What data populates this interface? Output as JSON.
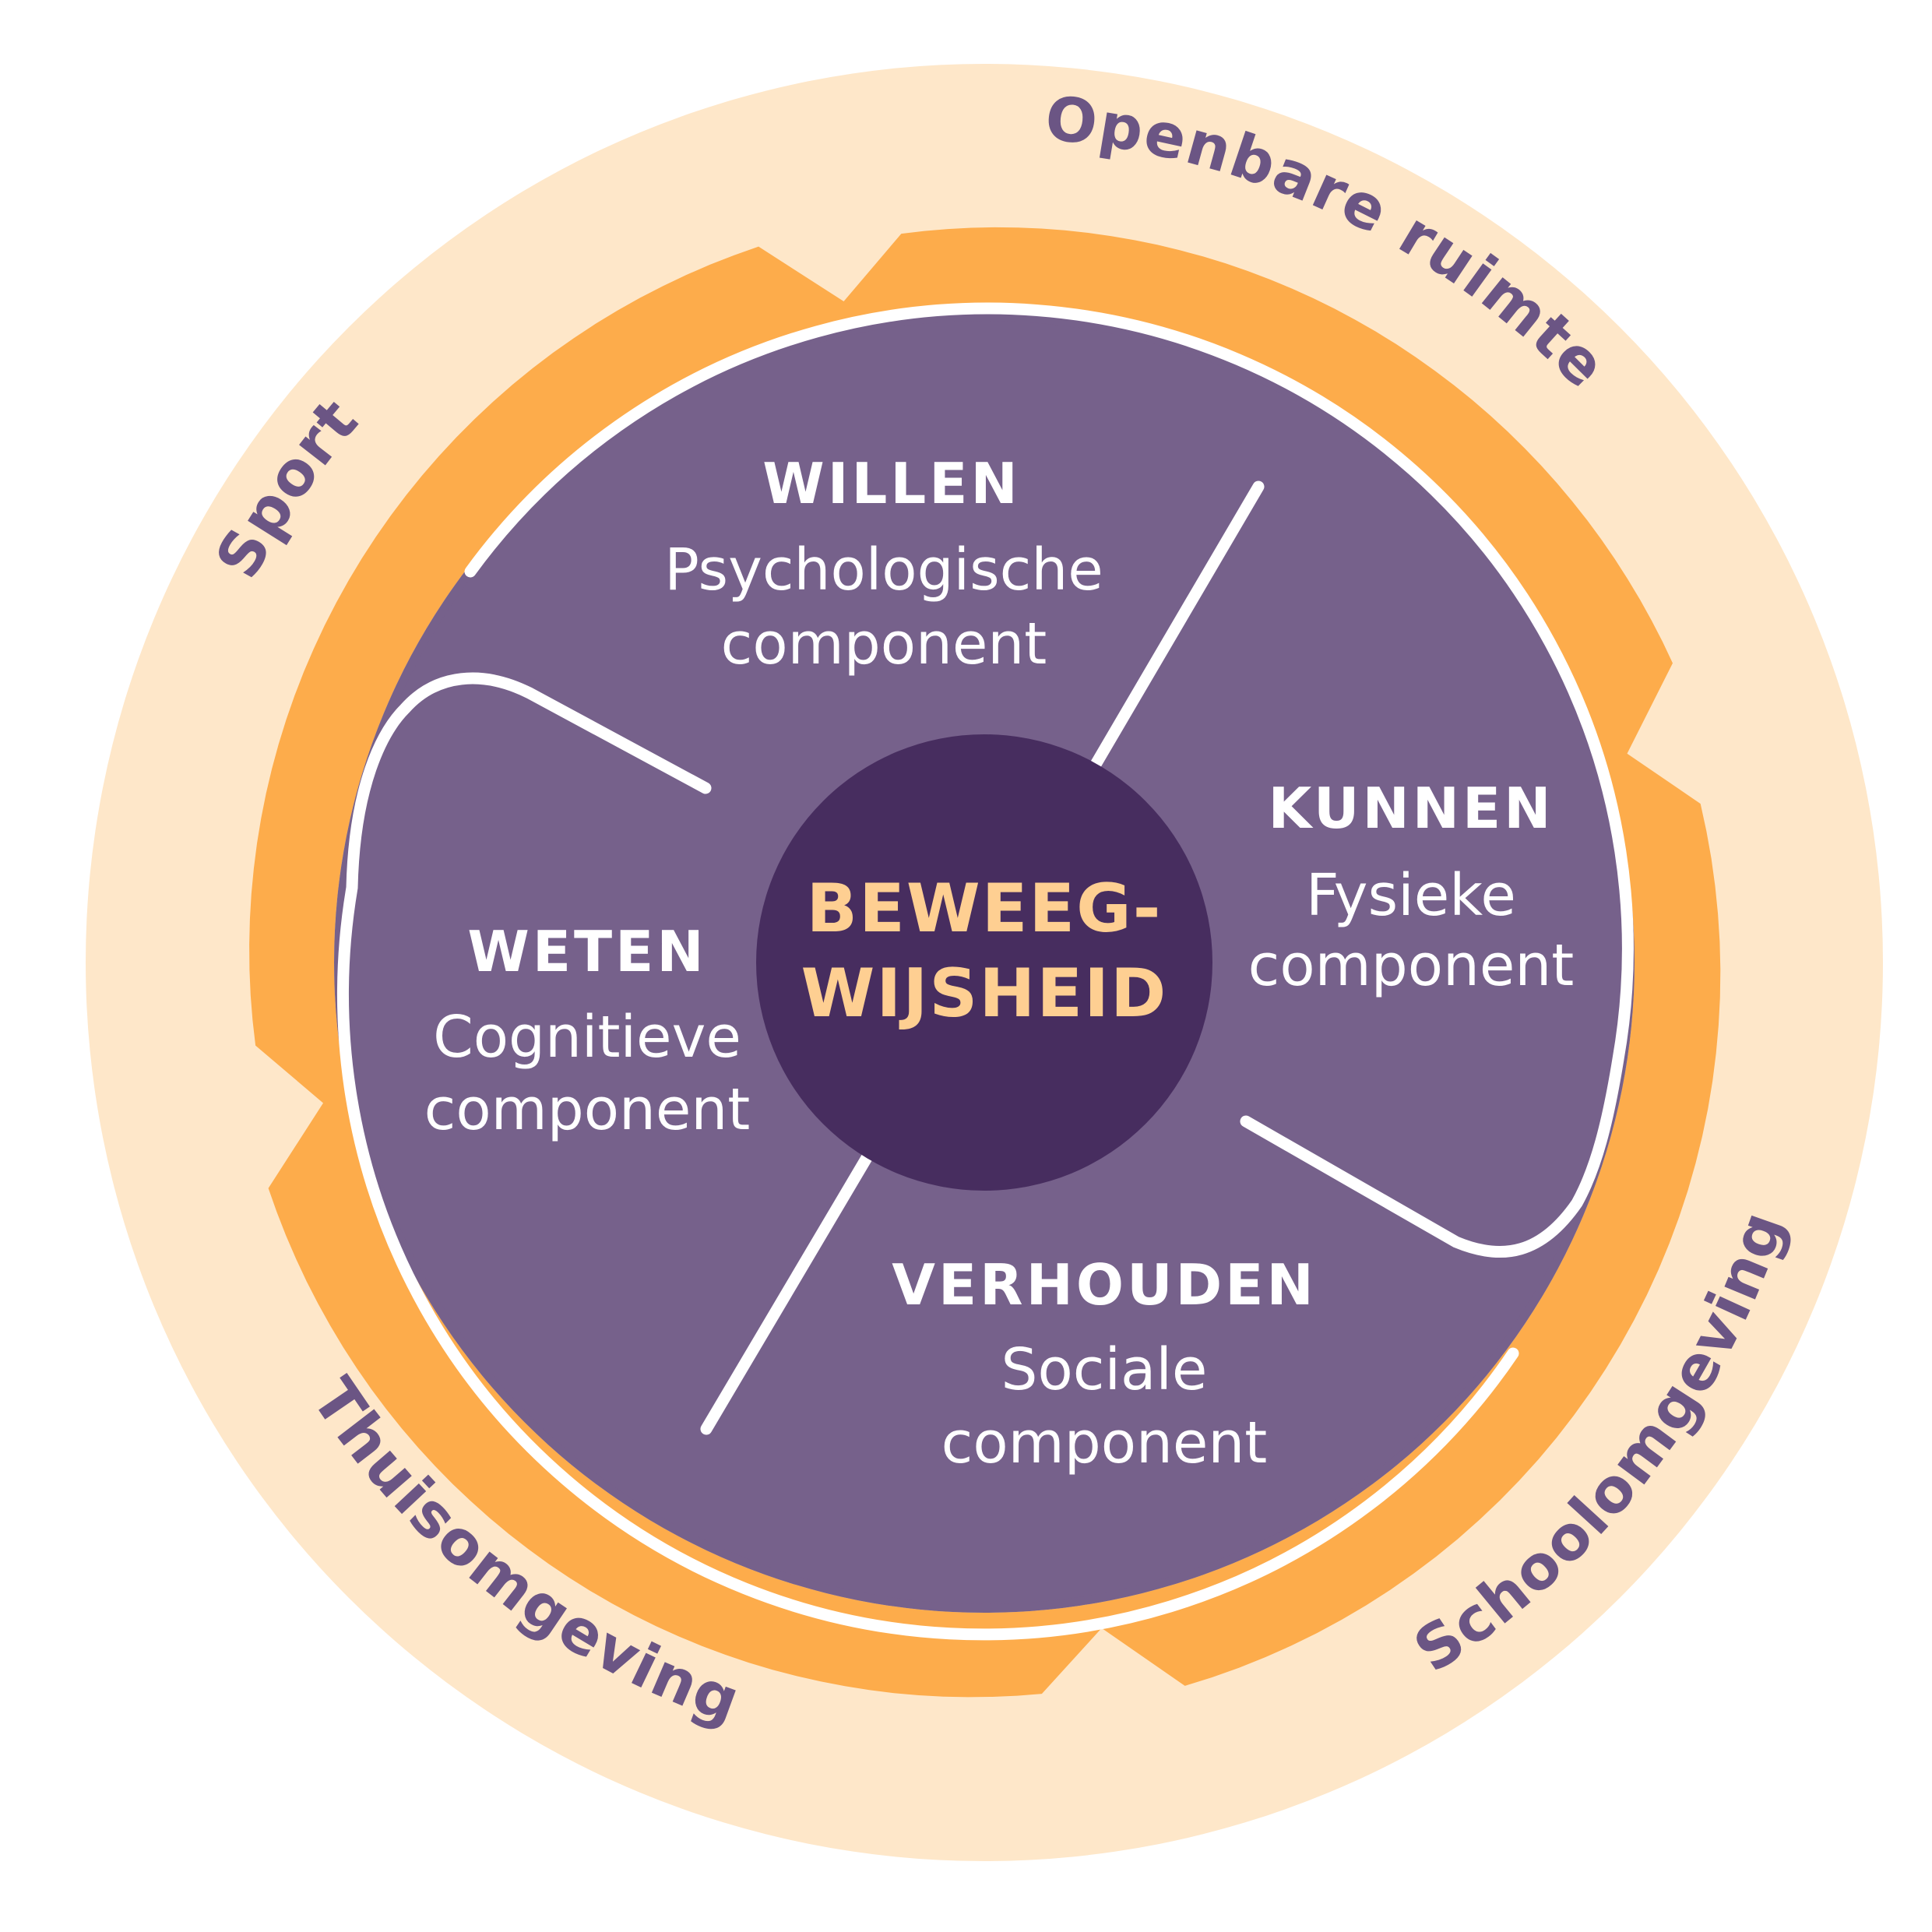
{
  "colors": {
    "outer_ring": "#fee7c9",
    "environment_band": "#fdac4b",
    "disc": "#76618b",
    "core": "#472d5f",
    "core_text": "#fecf92",
    "ring_text": "#6b5584",
    "lines": "#ffffff"
  },
  "core": {
    "line1": "BEWEEG-",
    "line2": "WIJSHEID"
  },
  "pillars": [
    {
      "id": "willen",
      "title": "WILLEN",
      "line1": "Psychologische",
      "line2": "component"
    },
    {
      "id": "kunnen",
      "title": "KUNNEN",
      "line1": "Fysieke",
      "line2": "component"
    },
    {
      "id": "verhouden",
      "title": "VERHOUDEN",
      "line1": "Sociale",
      "line2": "component"
    },
    {
      "id": "weten",
      "title": "WETEN",
      "line1": "Cognitieve",
      "line2": "component"
    }
  ],
  "environments": [
    {
      "id": "openbare-ruimte",
      "label": "Openbare ruimte"
    },
    {
      "id": "schoolomgeving",
      "label": "Schoolomgeving"
    },
    {
      "id": "thuisomgeving",
      "label": "Thuisomgeving"
    },
    {
      "id": "sport",
      "label": "Sport"
    }
  ]
}
